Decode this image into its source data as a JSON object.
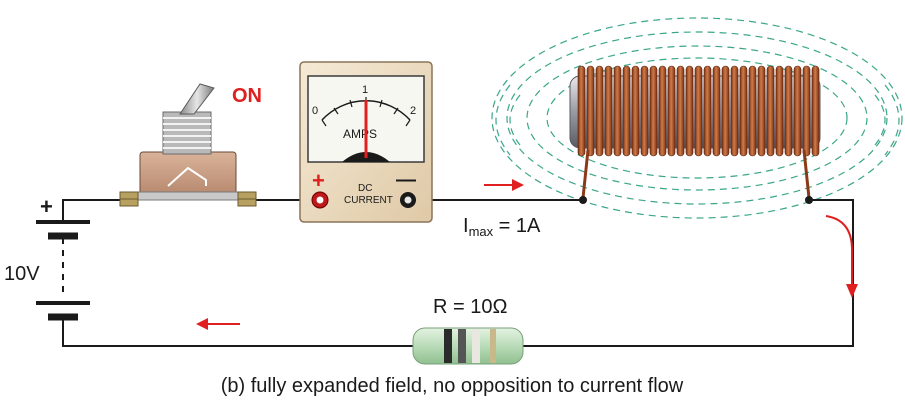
{
  "switch": {
    "state_label": "ON"
  },
  "meter": {
    "scale_labels": [
      "0",
      "1",
      "2"
    ],
    "units_label": "AMPS",
    "plus_symbol": "+",
    "minus_symbol": "—",
    "type_label_line1": "DC",
    "type_label_line2": "CURRENT",
    "needle_reading": 1
  },
  "battery": {
    "plus_symbol": "+",
    "voltage_label": "10V"
  },
  "current_label": {
    "prefix": "I",
    "subscript": "max",
    "value": " = 1A"
  },
  "resistor": {
    "label": "R = 10Ω"
  },
  "caption": "(b) fully expanded field, no opposition to current flow",
  "colors": {
    "wire": "#1a1a1a",
    "arrow": "#e02020",
    "on_label": "#e02020",
    "field_lines": "#3aa68a",
    "coil": "#b4572a",
    "meter_case": "#f0e2c8",
    "resistor_body": "#bfe0c0"
  }
}
